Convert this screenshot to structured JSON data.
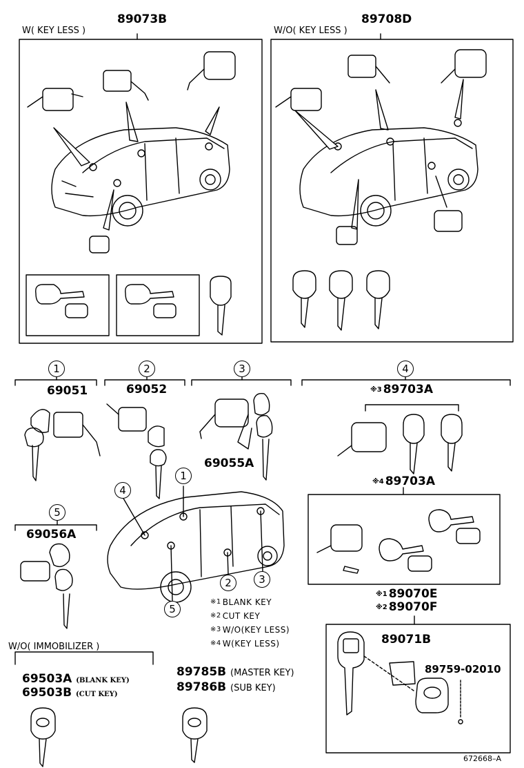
{
  "box_keyless": {
    "condition": "W( KEY LESS )",
    "part": "89073B"
  },
  "box_no_keyless": {
    "condition": "W/O( KEY LESS )",
    "part": "89708D"
  },
  "groups": [
    {
      "num": "1",
      "part": "69051"
    },
    {
      "num": "2",
      "part": "69052"
    },
    {
      "num": "3",
      "part": "69055A"
    },
    {
      "num": "4",
      "part_a": "89703A",
      "mark_a": "※3",
      "part_b": "89703A",
      "mark_b": "※4"
    },
    {
      "num": "5",
      "part": "69056A"
    }
  ],
  "car_callouts": [
    "1",
    "2",
    "3",
    "4",
    "5"
  ],
  "legend": [
    {
      "mark": "※1",
      "text": "BLANK  KEY"
    },
    {
      "mark": "※2",
      "text": "CUT  KEY"
    },
    {
      "mark": "※3",
      "text": "W/O(KEY LESS)"
    },
    {
      "mark": "※4",
      "text": "W(KEY LESS)"
    }
  ],
  "remote_parts": {
    "mark_1": "※1",
    "part_1": "89070E",
    "mark_2": "※2",
    "part_2": "89070F",
    "case": "89071B",
    "screw": "89759-02010"
  },
  "immobilizer": {
    "condition": "W/O( IMMOBILIZER )",
    "part_a": "69503A",
    "note_a": "(BLANK KEY)",
    "part_b": "69503B",
    "note_b": "(CUT KEY)"
  },
  "keys": {
    "master_part": "89785B",
    "master_note": "(MASTER KEY)",
    "sub_part": "89786B",
    "sub_note": "(SUB KEY)"
  },
  "illustration_code": "672668–A"
}
